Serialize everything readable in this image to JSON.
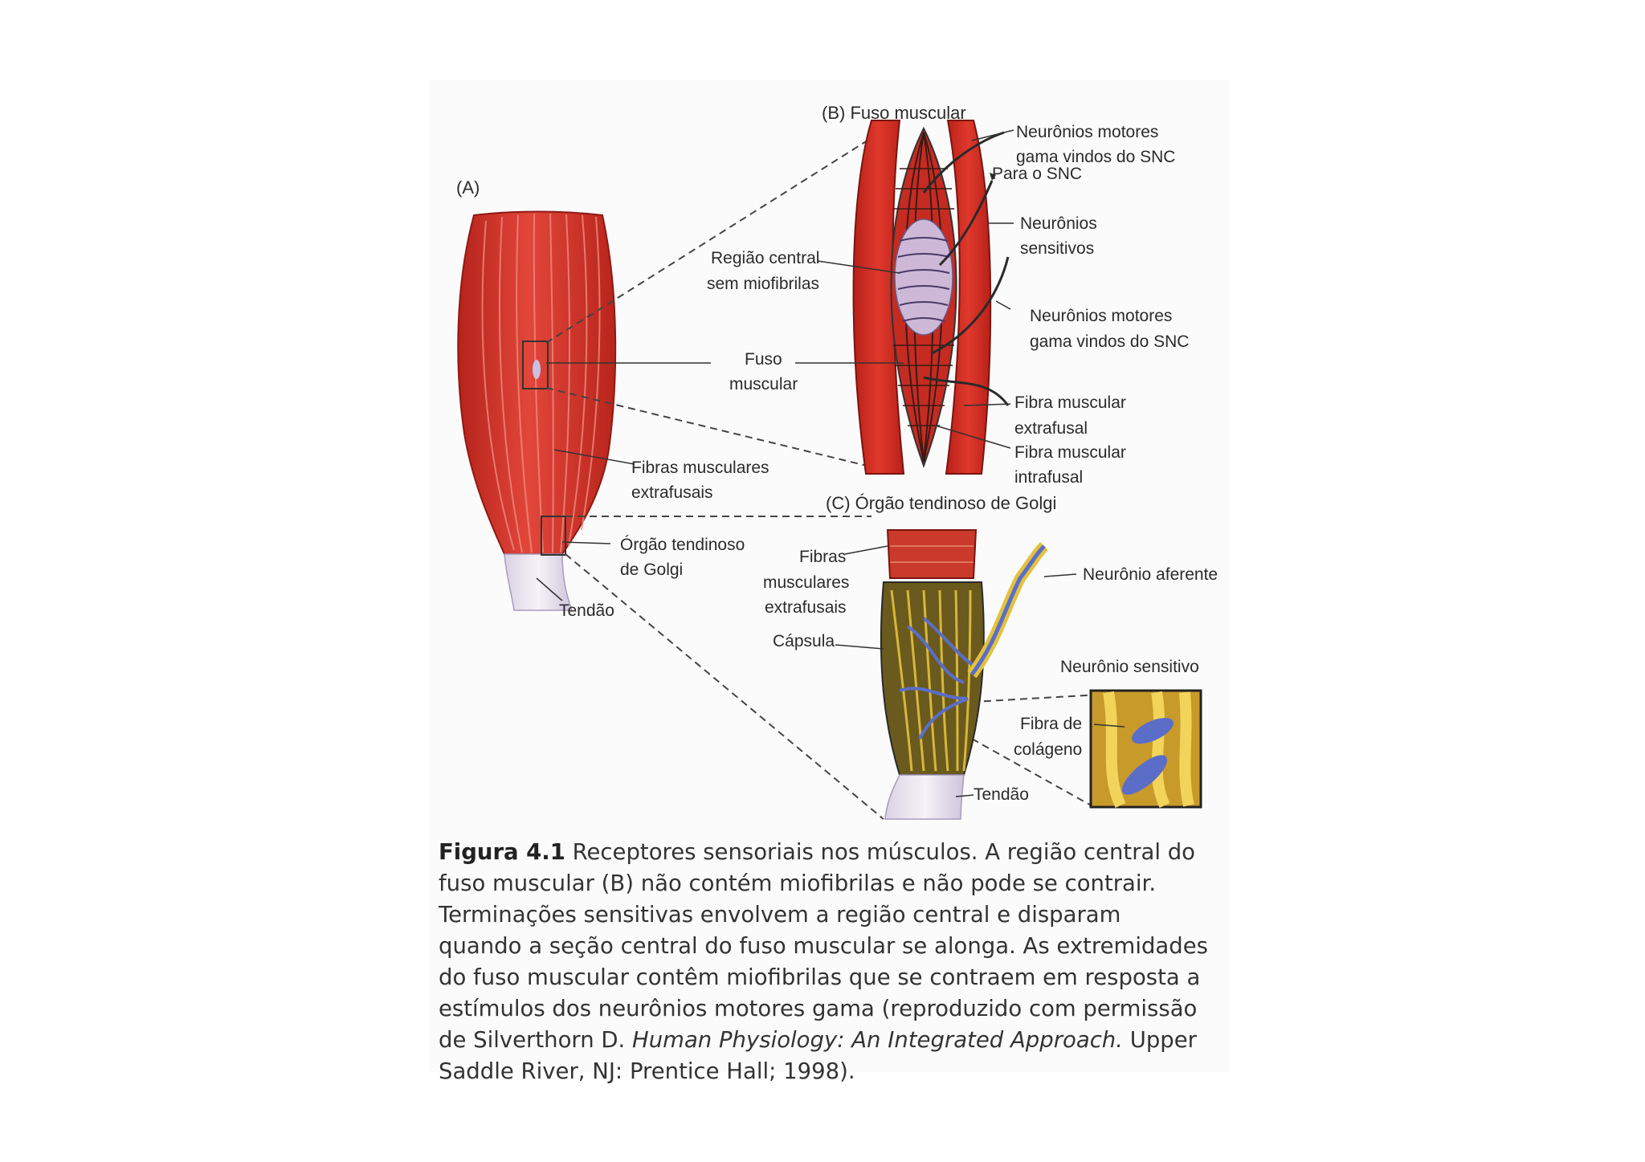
{
  "panels": {
    "a": "(A)",
    "b": "(B) Fuso muscular",
    "c": "(C) Órgão tendinoso de Golgi"
  },
  "labels_a": {
    "fuso_1": "Fuso",
    "fuso_2": "muscular",
    "fibras_1": "Fibras musculares",
    "fibras_2": "extrafusais",
    "orgao_1": "Órgão tendinoso",
    "orgao_2": "de Golgi",
    "tendao": "Tendão"
  },
  "labels_b": {
    "regiao_1": "Região central",
    "regiao_2": "sem miofibrilas",
    "gama_top_1": "Neurônios motores",
    "gama_top_2": "gama vindos do SNC",
    "para_snc": "Para o SNC",
    "sens_1": "Neurônios",
    "sens_2": "sensitivos",
    "gama_bot_1": "Neurônios motores",
    "gama_bot_2": "gama vindos do SNC",
    "extra_1": "Fibra muscular",
    "extra_2": "extrafusal",
    "intra_1": "Fibra muscular",
    "intra_2": "intrafusal"
  },
  "labels_c": {
    "fibras_1": "Fibras",
    "fibras_2": "musculares",
    "fibras_3": "extrafusais",
    "capsula": "Cápsula",
    "aferente": "Neurônio aferente",
    "sensitivo": "Neurônio sensitivo",
    "colageno_1": "Fibra de",
    "colageno_2": "colágeno",
    "tendao": "Tendão"
  },
  "caption": {
    "number": "Figura 4.1",
    "text": "Receptores sensoriais nos músculos. A região central do fuso muscular (B) não contém miofibrilas e não pode se contrair. Terminações sensitivas envolvem a região central e disparam quando a seção central do fuso muscular se alonga. As extremidades do fuso muscular contêm miofibrilas que se contraem em resposta a estímulos dos neurônios motores gama (reproduzido com permissão de Silverthorn D. ",
    "source_title": "Human Physiology: An Integrated Approach.",
    "source_rest": " Upper Saddle River, NJ: Prentice Hall; 1998)."
  },
  "colors": {
    "muscle": "#d8362a",
    "muscle_dark": "#a81e18",
    "tendon": "#e8e2ee",
    "capsule_fill": "#6b5a1e",
    "collagen": "#e3c23c",
    "nerve_blue": "#5a6ec8"
  }
}
